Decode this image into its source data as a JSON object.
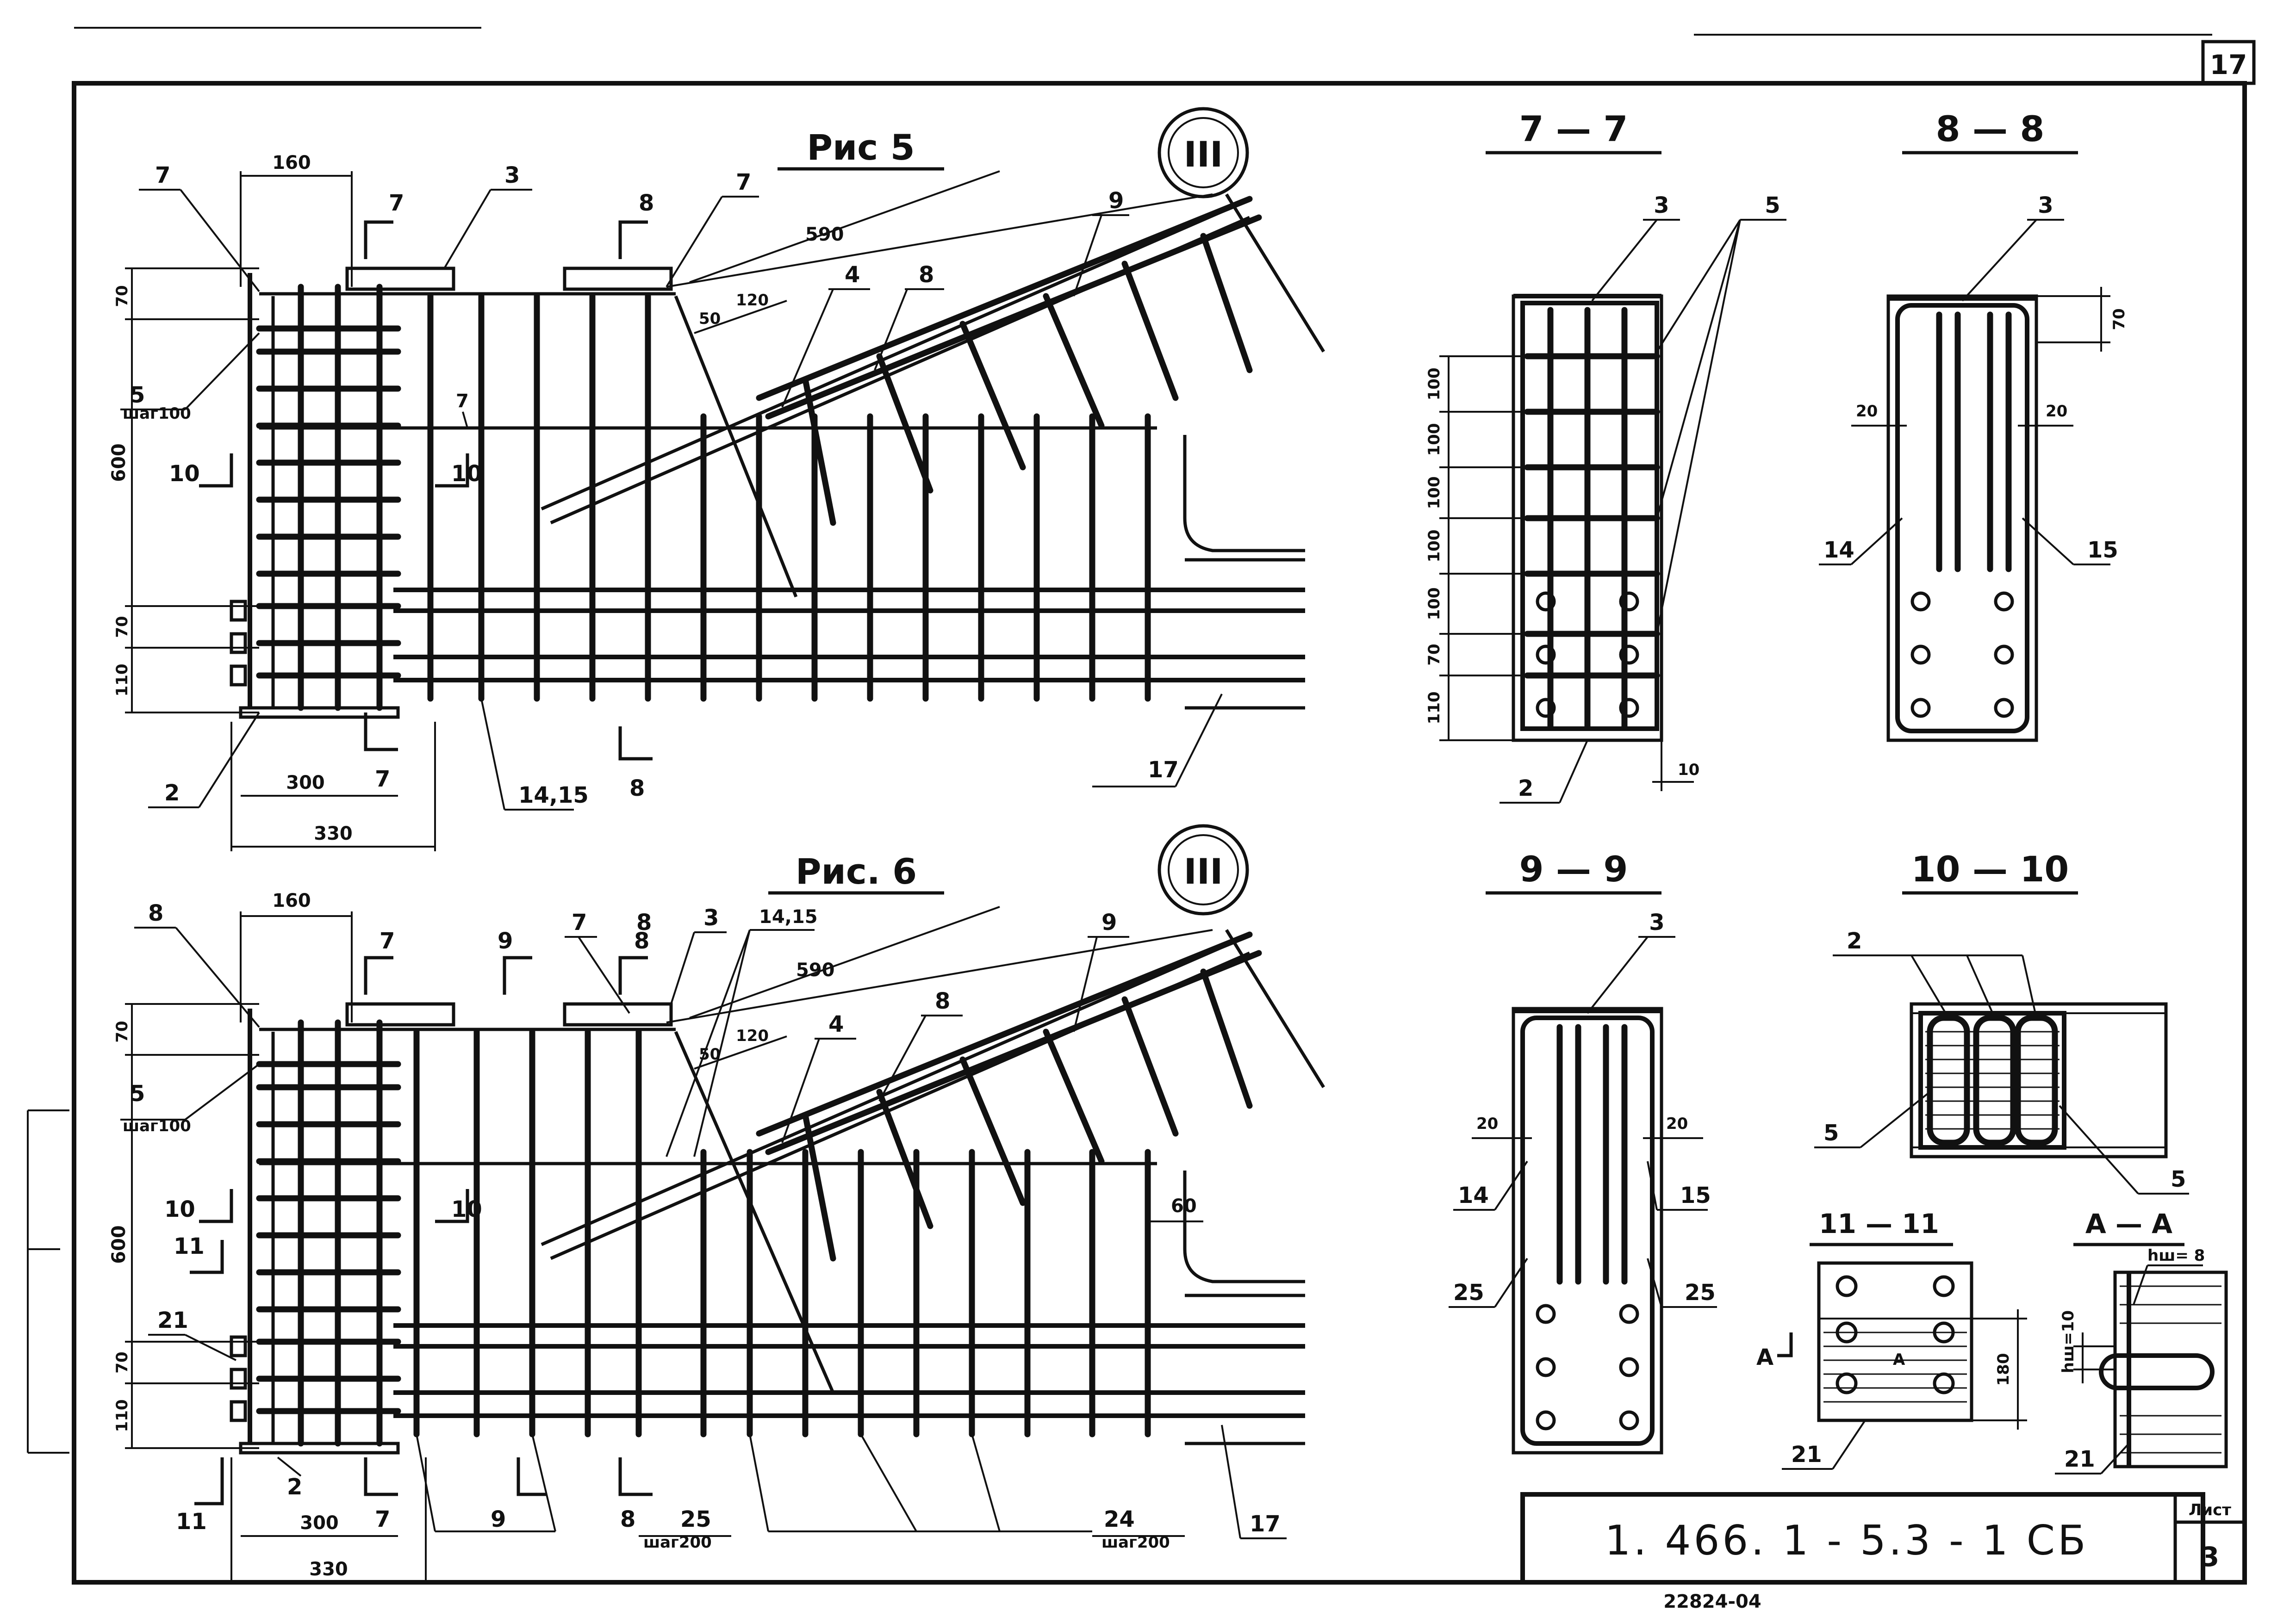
{
  "sheet": {
    "corner_number": "17",
    "document_code": "1. 466. 1 - 5.3 - 1 СБ",
    "sheet_label": "Лист",
    "sheet_number": "3",
    "bottom_note": "22824-04"
  },
  "figure5": {
    "title": "Рис 5",
    "roman": "III",
    "dims": {
      "d160": "160",
      "d590": "590",
      "d50": "50",
      "d120": "120",
      "d70a": "70",
      "d600": "600",
      "d70b": "70",
      "d110": "110",
      "d300": "300",
      "d330": "330"
    },
    "callouts": {
      "c7a": "7",
      "c3": "3",
      "c7b": "7",
      "c9": "9",
      "c4": "4",
      "c8": "8",
      "c7c": "7",
      "c2": "2",
      "c1415": "14,15",
      "c17": "17"
    },
    "rebar_5": "5",
    "step_100": "шаг100",
    "sections": {
      "s7top": "7",
      "s8top": "8",
      "s10left": "10",
      "s10right": "10",
      "s7bot": "7",
      "s8bot": "8"
    }
  },
  "figure6": {
    "title": "Рис. 6",
    "roman": "III",
    "dims": {
      "d160": "160",
      "d590": "590",
      "d50": "50",
      "d120": "120",
      "d70a": "70",
      "d600": "600",
      "d70b": "70",
      "d110": "110",
      "d300": "300",
      "d330": "330",
      "d60": "60"
    },
    "callouts": {
      "c8a": "8",
      "c7a": "7",
      "c8b": "8",
      "c3": "3",
      "c1415": "14,15",
      "c9": "9",
      "c4": "4",
      "c8c": "8",
      "c21": "21",
      "c2": "2",
      "c25": "25",
      "c24": "24",
      "c17": "17"
    },
    "rebar_5": "5",
    "step_100": "шаг100",
    "step_200a": "шаг200",
    "step_200b": "шаг200",
    "sections": {
      "s7top": "7",
      "s9top": "9",
      "s8top": "8",
      "s10left": "10",
      "s10right": "10",
      "s11left": "11",
      "s11bot": "11",
      "s7bot": "7",
      "s9bot": "9",
      "s8bot": "8"
    }
  },
  "section_7_7": {
    "title": "7 — 7",
    "callouts": {
      "c3": "3",
      "c5": "5",
      "c2": "2"
    },
    "dims": [
      "100",
      "100",
      "100",
      "100",
      "100",
      "70",
      "110"
    ],
    "cover": "10"
  },
  "section_8_8": {
    "title": "8 — 8",
    "callouts": {
      "c3": "3",
      "c14": "14",
      "c15": "15"
    },
    "dims": {
      "d70": "70",
      "d20l": "20",
      "d20r": "20"
    }
  },
  "section_9_9": {
    "title": "9 — 9",
    "callouts": {
      "c3": "3",
      "c14": "14",
      "c15": "15",
      "c25l": "25",
      "c25r": "25"
    },
    "dims": {
      "d20l": "20",
      "d20r": "20"
    }
  },
  "section_10_10": {
    "title": "10 — 10",
    "callouts": {
      "c2": "2",
      "c5l": "5",
      "c5r": "5"
    }
  },
  "section_11_11": {
    "title": "11 — 11",
    "callouts": {
      "c21": "21"
    },
    "dims": {
      "d180": "180"
    },
    "cut_a_left": "А",
    "cut_a_mid": "А"
  },
  "section_a_a": {
    "title": "А — А",
    "weld1": "hш= 8",
    "weld2": "hш=10",
    "callouts": {
      "c21": "21"
    }
  }
}
